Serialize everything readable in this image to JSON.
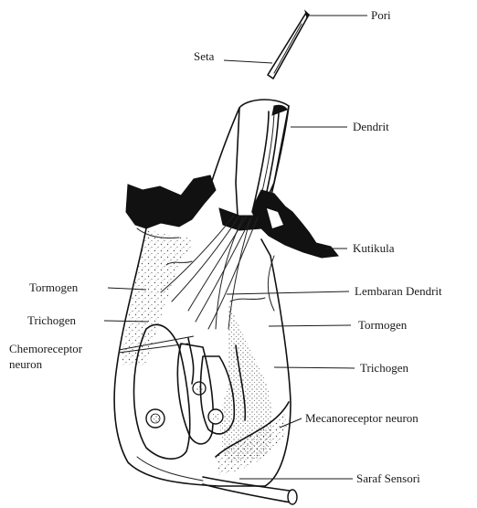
{
  "labels": {
    "pori": "Pori",
    "seta": "Seta",
    "dendrit": "Dendrit",
    "kutikula": "Kutikula",
    "tormogen_left": "Tormogen",
    "lembaran_dendrit": "Lembaran Dendrit",
    "trichogen_left": "Trichogen",
    "tormogen_right": "Tormogen",
    "chemoreceptor_line1": "Chemoreceptor",
    "chemoreceptor_line2": "neuron",
    "trichogen_right": "Trichogen",
    "mecanoreceptor": "Mecanoreceptor neuron",
    "saraf_sensori": "Saraf Sensori"
  },
  "colors": {
    "ink": "#111111",
    "background": "#ffffff"
  }
}
